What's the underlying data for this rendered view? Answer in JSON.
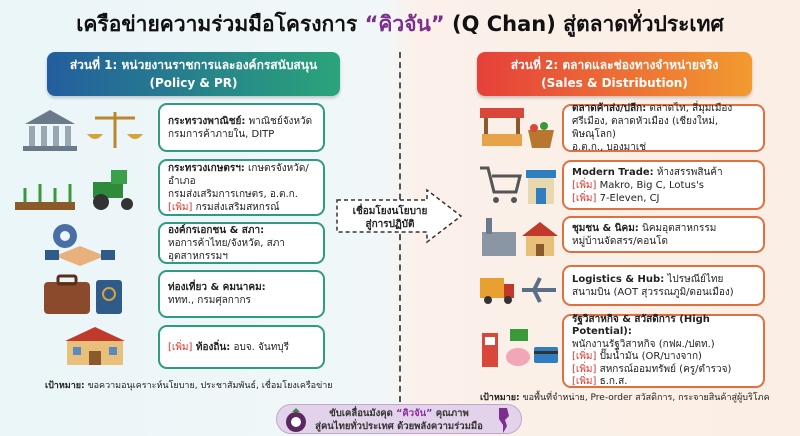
{
  "title": {
    "prefix": "เครือข่ายความร่วมมือโครงการ ",
    "highlight": "“คิวจัน”",
    "suffix": " (Q Chan) สู่ตลาดทั่วประเทศ"
  },
  "left": {
    "header_line1": "ส่วนที่ 1: หน่วยงานราชการและองค์กรสนับสนุน",
    "header_line2": "(Policy & PR)",
    "boxes": [
      {
        "title": "กระทรวงพาณิชย์:",
        "text": " พาณิชย์จังหวัด",
        "lines": [
          "กรมการค้าภายใน, DITP"
        ]
      },
      {
        "title": "กระทรวงเกษตรฯ:",
        "text": " เกษตรจังหวัด/อำเภอ",
        "lines": [
          "กรมส่งเสริมการเกษตร, อ.ต.ก."
        ],
        "add_tag": "[เพิ่ม]",
        "add_text": " กรมส่งเสริมสหกรณ์"
      },
      {
        "title": "องค์กรเอกชน & สภา:",
        "lines": [
          "หอการค้าไทย/จังหวัด, สภาอุตสาหกรรมฯ"
        ]
      },
      {
        "title": "ท่องเที่ยว & คมนาคม:",
        "lines": [
          "ททท., กรมศุลกากร"
        ]
      },
      {
        "add_tag": "[เพิ่ม]",
        "title": " ท้องถิ่น:",
        "text": " อบจ. จันทบุรี"
      }
    ],
    "goal_label": "เป้าหมาย:",
    "goal_text": " ขอความอนุเคราะห์นโยบาย, ประชาสัมพันธ์, เชื่อมโยงเครือข่าย"
  },
  "center": {
    "line1": "เชื่อมโยงนโยบาย",
    "line2": "สู่การปฏิบัติ"
  },
  "right": {
    "header_line1": "ส่วนที่ 2: ตลาดและช่องทางจำหน่ายจริง",
    "header_line2": "(Sales & Distribution)",
    "boxes": [
      {
        "title": "ตลาดค้าส่ง/ปลีก:",
        "text": " ตลาดไท, สี่มุมเมือง",
        "lines": [
          "ศรีเมือง, ตลาดหัวเมือง (เชียงใหม่, พิษณุโลก)",
          "อ.ต.ก., บองมาเช่"
        ]
      },
      {
        "title": "Modern Trade:",
        "text": " ห้างสรรพสินค้า",
        "adds": [
          {
            "tag": "[เพิ่ม]",
            "text": " Makro, Big C, Lotus's"
          },
          {
            "tag": "[เพิ่ม]",
            "text": " 7-Eleven, CJ"
          }
        ]
      },
      {
        "title": "ชุมชน & นิคม:",
        "text": " นิคมอุตสาหกรรม",
        "lines": [
          "หมู่บ้านจัดสรร/คอนโด"
        ]
      },
      {
        "title": "Logistics & Hub:",
        "text": " ไปรษณีย์ไทย",
        "lines": [
          "สนามบิน (AOT สุวรรณภูมิ/ดอนเมือง)"
        ]
      },
      {
        "title": "รัฐวิสาหกิจ & สวัสดิการ (High Potential):",
        "lines": [
          "พนักงานรัฐวิสาหกิจ (กฟผ./ปตท.)"
        ],
        "adds": [
          {
            "tag": "[เพิ่ม]",
            "text": " ปั๊มน้ำมัน (OR/บางจาก)"
          },
          {
            "tag": "[เพิ่ม]",
            "text": " สหกรณ์ออมทรัพย์ (ครู/ตำรวจ)"
          },
          {
            "tag": "[เพิ่ม]",
            "text": " ธ.ก.ส."
          }
        ]
      }
    ],
    "goal_label": "เป้าหมาย:",
    "goal_text": " ขอพื้นที่จำหน่าย, Pre-order สวัสดิการ, กระจายสินค้าสู่ผู้บริโภค"
  },
  "footer": {
    "prefix": "ขับเคลื่อนมังคุด ",
    "highlight": "“คิวจัน”",
    "suffix": " คุณภาพ",
    "line2": "สู่คนไทยทั่วประเทศ ด้วยพลังความร่วมมือ"
  },
  "colors": {
    "accent": "#7b2f8e",
    "add": "#d2372e",
    "left_border": "#2f9c82",
    "right_border": "#e0703f"
  }
}
